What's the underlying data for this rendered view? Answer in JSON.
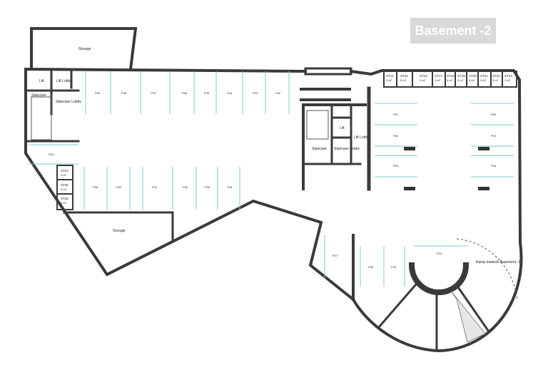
{
  "title": "Basement -2",
  "rooms": {
    "storage_top": "Storage",
    "storage_bottom": "Storage",
    "lift_left": "Lift",
    "lift_lobby_left": "Lift Lobby",
    "staircase_left": "Staircase",
    "staircase_lobby_left": "Staircase Lobby",
    "lift_mid": "Lift",
    "lift_lobby_mid": "Lift Lobby",
    "staircase_mid": "Staircase",
    "staircase_lobby_mid": "Staircase Lobby",
    "ramp": "Ramp towards Basement -1"
  },
  "stores_top": [
    {
      "id": "ST14",
      "area": "3 m²"
    },
    {
      "id": "ST15",
      "area": "5 m²"
    },
    {
      "id": "ST16",
      "area": "3 m²"
    },
    {
      "id": "ST17",
      "area": "3 m²"
    },
    {
      "id": "ST18",
      "area": "3 m²"
    },
    {
      "id": "ST19",
      "area": "3 m²"
    },
    {
      "id": "ST20",
      "area": "3 m²"
    },
    {
      "id": "ST21",
      "area": "3 m²"
    },
    {
      "id": "ST22",
      "area": "3 m²"
    },
    {
      "id": "ST23",
      "area": "3 m²"
    }
  ],
  "stores_left": [
    {
      "id": "ST24",
      "area": "4 m²"
    },
    {
      "id": "ST25",
      "area": "3 m²"
    },
    {
      "id": "ST26",
      "area": "4 m²"
    }
  ],
  "parking": {
    "top_row": [
      "P49",
      "P48",
      "P47",
      "P46",
      "P45",
      "P44",
      "P43",
      "P42"
    ],
    "left_side": "P34",
    "bottom_row": [
      "P33",
      "P32",
      "P31",
      "P30",
      "P29",
      "P28"
    ],
    "right_left_col": [
      "P51",
      "P52",
      "P53"
    ],
    "right_right_col": [
      "P50",
      "P19",
      "P18"
    ],
    "curve_bays": [
      "P27",
      "P26",
      "P25",
      "P24"
    ]
  },
  "colors": {
    "wall": "#3a3a3a",
    "bay_line": "#7fc8cc",
    "title_bg": "#d9d9d9",
    "title_text": "#ffffff"
  }
}
